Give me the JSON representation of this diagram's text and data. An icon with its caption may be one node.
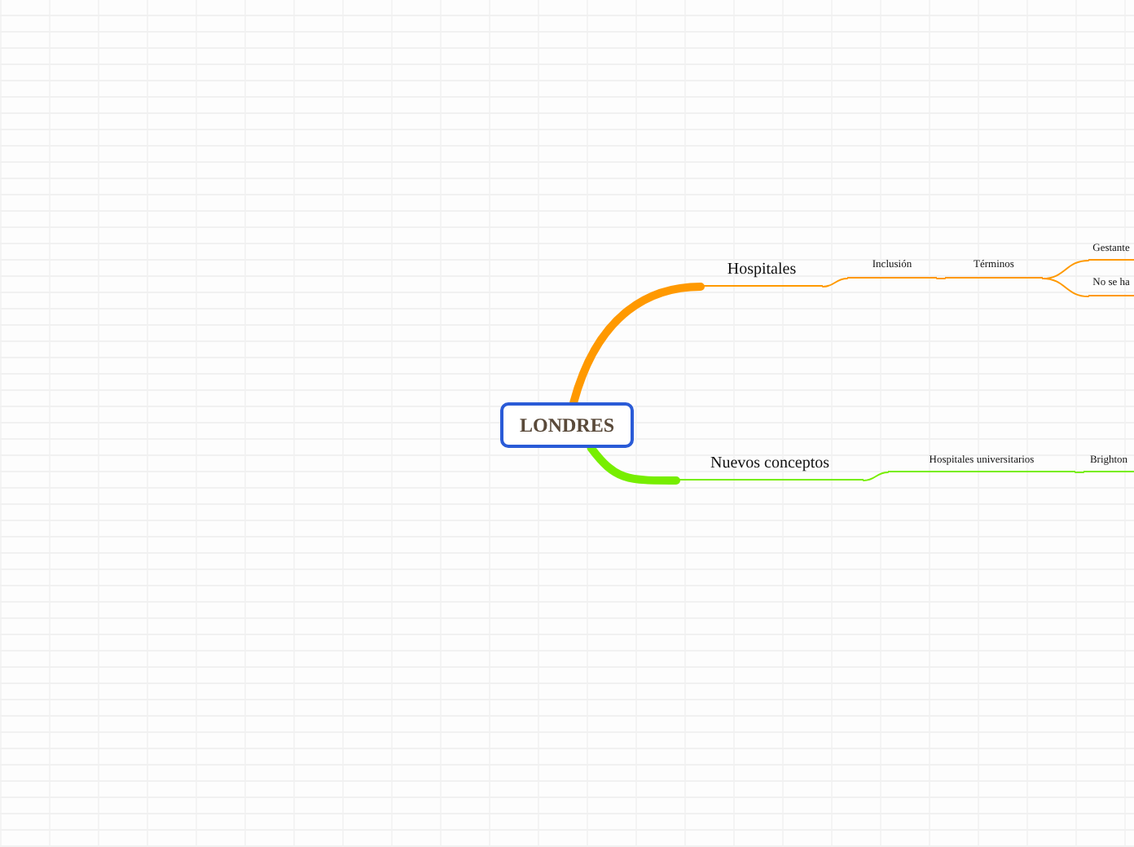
{
  "diagram": {
    "nodes": [
      {
        "text": [
          "LONDRES"
        ]
      },
      {
        "text": [
          "Hospitales"
        ]
      },
      {
        "text": [
          "Inclusión"
        ]
      },
      {
        "text": [
          "Términos"
        ]
      },
      {
        "text": [
          "Gestante"
        ]
      },
      {
        "text": [
          "No se ha"
        ]
      },
      {
        "text": [
          "Nuevos conceptos"
        ]
      },
      {
        "text": [
          "Hospitales universitarios"
        ]
      },
      {
        "text": [
          "Brighton"
        ]
      }
    ],
    "edges": [
      {
        "from": 0,
        "to": 1,
        "arrow": "none",
        "style": "thick",
        "color": "#ff9900"
      },
      {
        "from": 1,
        "to": 2,
        "arrow": "none",
        "color": "#ff9900"
      },
      {
        "from": 2,
        "to": 3,
        "arrow": "none",
        "color": "#ff9900"
      },
      {
        "from": 3,
        "to": 4,
        "arrow": "none",
        "color": "#ff9900"
      },
      {
        "from": 3,
        "to": 5,
        "arrow": "none",
        "color": "#ff9900"
      },
      {
        "from": 0,
        "to": 6,
        "arrow": "none",
        "style": "thick",
        "color": "#77ee00"
      },
      {
        "from": 6,
        "to": 7,
        "arrow": "none",
        "color": "#77ee00"
      },
      {
        "from": 7,
        "to": 8,
        "arrow": "none",
        "color": "#77ee00"
      }
    ]
  }
}
